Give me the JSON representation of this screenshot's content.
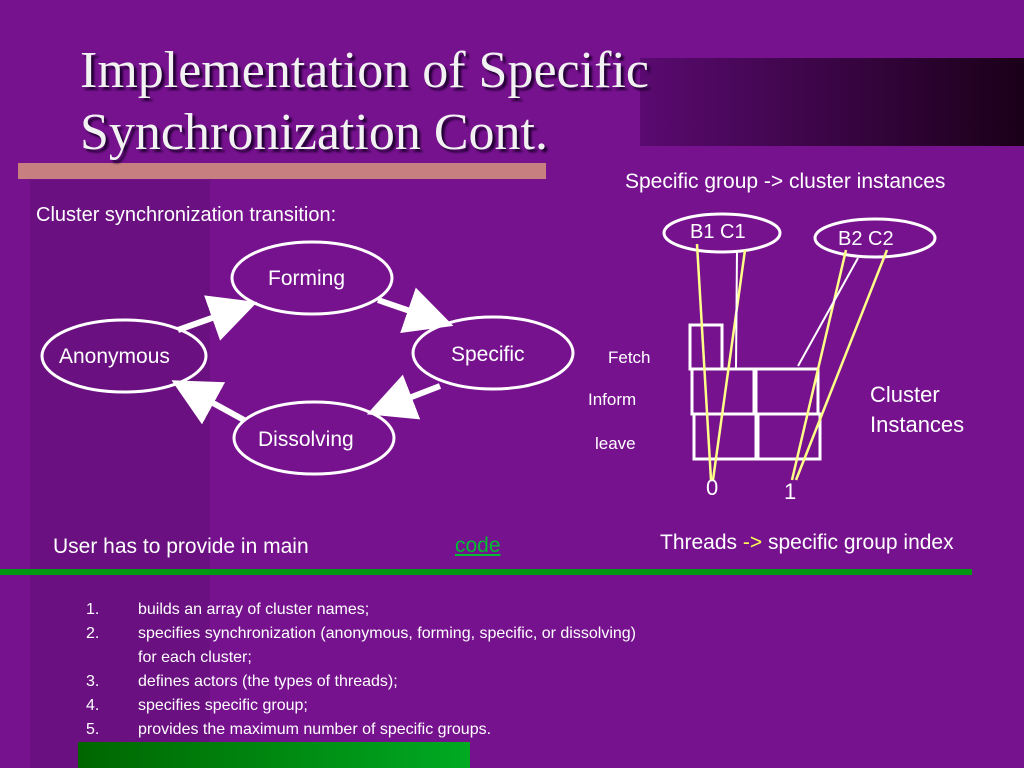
{
  "slide": {
    "title_line1": "Implementation of Specific",
    "title_line2": "Synchronization Cont.",
    "colors": {
      "background": "#77128f",
      "title_bar": "#c7807f",
      "divider": "#009911",
      "link": "#00bb33",
      "thread_line": "#ffff88"
    }
  },
  "left_diagram": {
    "caption": "Cluster synchronization transition:",
    "states": {
      "forming": "Forming",
      "anonymous": "Anonymous",
      "specific": "Specific",
      "dissolving": "Dissolving"
    }
  },
  "right_diagram": {
    "caption": "Specific group -> cluster instances",
    "group_b1": "B1 C1",
    "group_b2": "B2 C2",
    "row_fetch": "Fetch",
    "row_inform": "Inform",
    "row_leave": "leave",
    "cluster_label_line1": "Cluster",
    "cluster_label_line2": "Instances",
    "index_0": "0",
    "index_1": "1",
    "threads_word": "Threads",
    "threads_arrow": "->",
    "threads_rest": "specific group index"
  },
  "main_text": {
    "intro": "User has to provide in main",
    "code_link": "code"
  },
  "steps": [
    {
      "num": "1.",
      "text": "builds an array of cluster names;"
    },
    {
      "num": "2.",
      "text": "specifies synchronization (anonymous, forming, specific, or dissolving) for each cluster;"
    },
    {
      "num": "3.",
      "text": "defines actors (the types of threads);"
    },
    {
      "num": "4.",
      "text": "specifies specific group;"
    },
    {
      "num": "5.",
      "text": "provides the maximum number of specific groups."
    }
  ]
}
